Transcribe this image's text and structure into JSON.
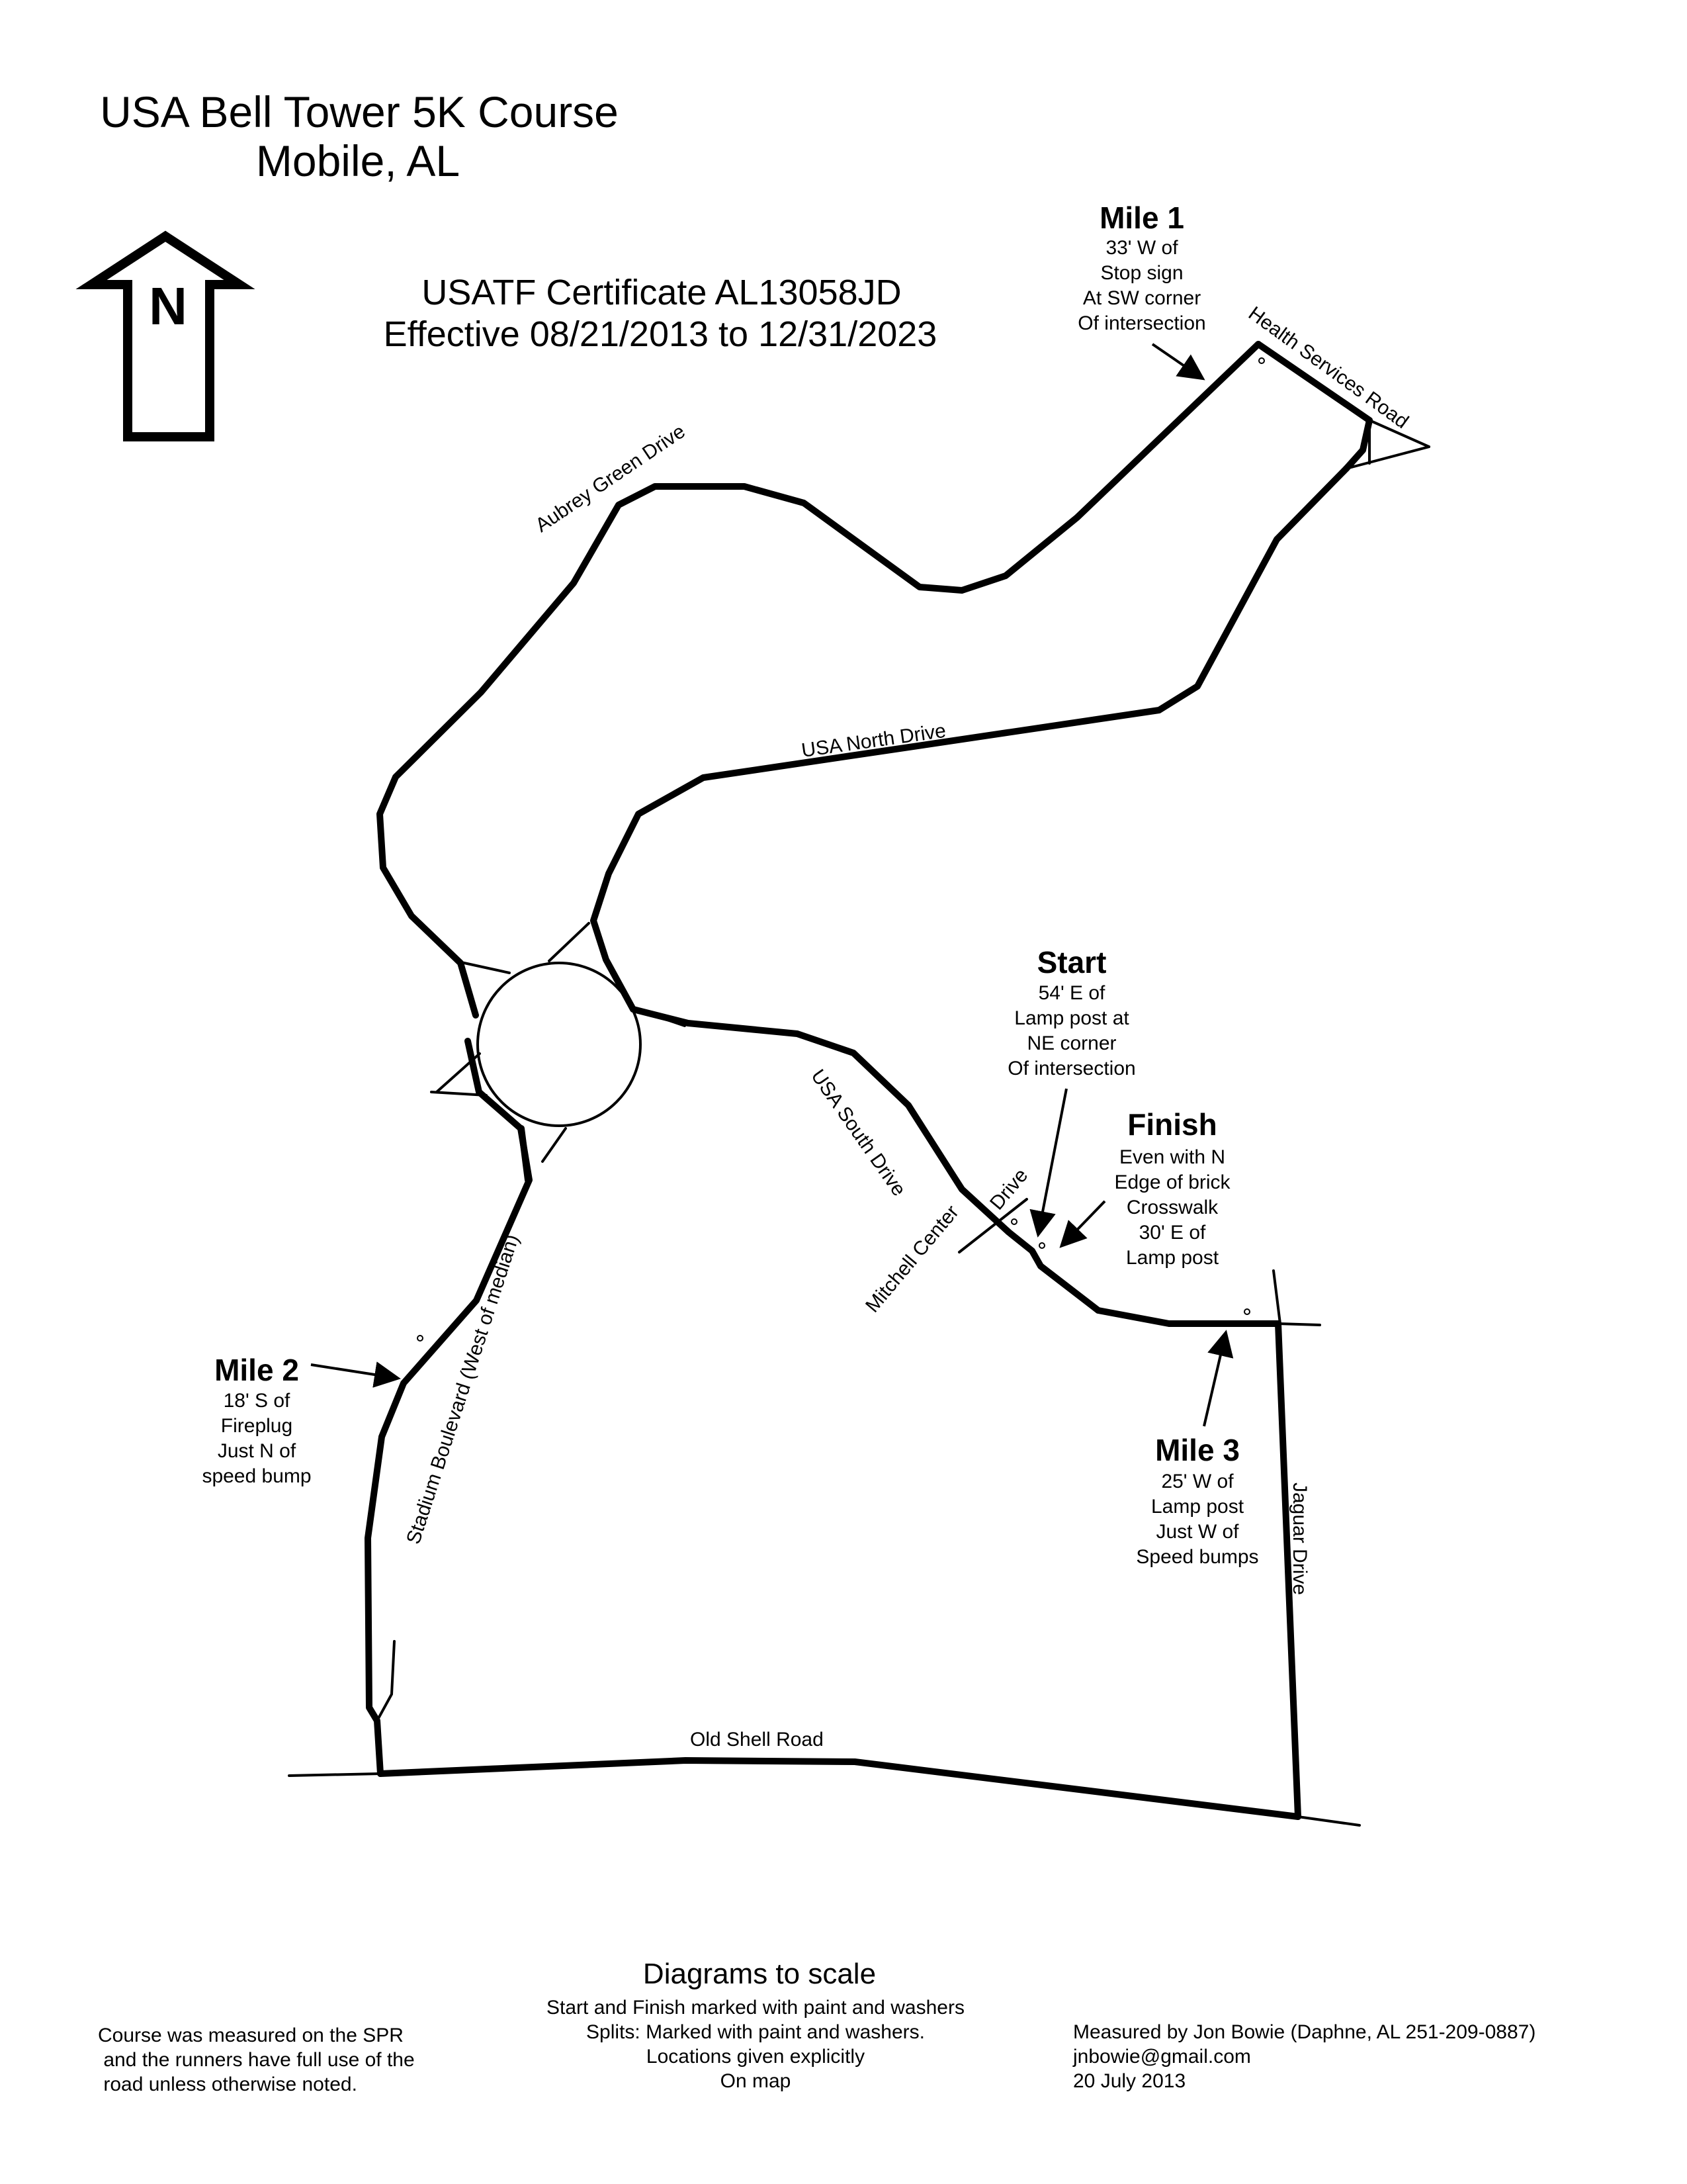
{
  "title": {
    "line1": "USA Bell Tower 5K Course",
    "line2": "Mobile, AL"
  },
  "north_label": "N",
  "certificate": {
    "line1": "USATF Certificate  AL13058JD",
    "line2": "Effective 08/21/2013 to 12/31/2023"
  },
  "roads": {
    "aubrey_green": "Aubrey Green Drive",
    "health_services": "Health Services Road",
    "usa_north": "USA North Drive",
    "usa_south": "USA South Drive",
    "mitchell_center": "Mitchell Center",
    "mitchell_drive": "Drive",
    "stadium": "Stadium Boulevard (West of median)",
    "jaguar": "Jaguar Drive",
    "old_shell": "Old Shell Road"
  },
  "markers": {
    "mile1": {
      "heading": "Mile 1",
      "lines": [
        "33' W of",
        "Stop sign",
        "At SW corner",
        "Of intersection"
      ]
    },
    "start": {
      "heading": "Start",
      "lines": [
        "54' E of",
        "Lamp post at",
        "NE corner",
        "Of intersection"
      ]
    },
    "finish": {
      "heading": "Finish",
      "lines": [
        "Even with N",
        "Edge of brick",
        "Crosswalk",
        "30' E of",
        "Lamp post"
      ]
    },
    "mile2": {
      "heading": "Mile 2",
      "lines": [
        "18' S of",
        "Fireplug",
        "Just N of",
        "speed bump"
      ]
    },
    "mile3": {
      "heading": "Mile 3",
      "lines": [
        "25' W of",
        "Lamp post",
        "Just W of",
        "Speed bumps"
      ]
    }
  },
  "footer": {
    "left": [
      "Course was measured on the SPR",
      " and the runners have full use of the",
      " road unless otherwise noted."
    ],
    "center_heading": "Diagrams to scale",
    "center": [
      "Start and Finish marked with paint and washers",
      "Splits: Marked with paint and washers.",
      "Locations given explicitly",
      "On map"
    ],
    "right": [
      "Measured by Jon Bowie (Daphne, AL 251-209-0887)",
      "jnbowie@gmail.com",
      "20 July 2013"
    ]
  }
}
